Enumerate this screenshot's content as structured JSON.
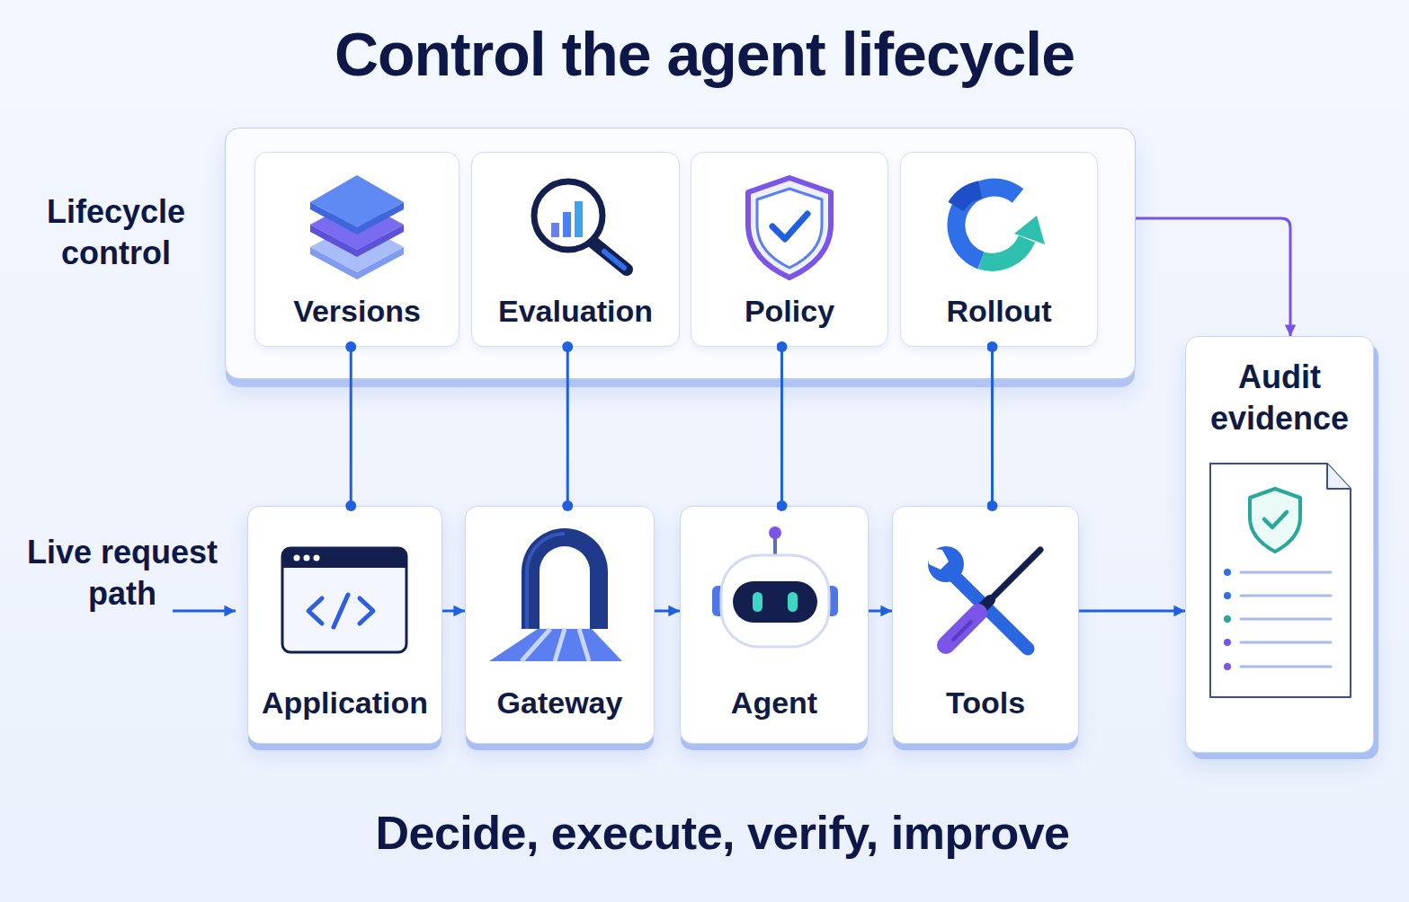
{
  "diagram": {
    "title": "Control the agent lifecycle",
    "caption": "Decide, execute, verify, improve",
    "nodes": [
      {
        "text": [
          "Lifecycle control"
        ]
      },
      {
        "text": [
          "Versions"
        ],
        "in": 0
      },
      {
        "text": [
          "Evaluation"
        ],
        "in": 0
      },
      {
        "text": [
          "Policy"
        ],
        "in": 0
      },
      {
        "text": [
          "Rollout"
        ],
        "in": 0
      },
      {
        "text": [
          "Application"
        ]
      },
      {
        "text": [
          "Gateway"
        ]
      },
      {
        "text": [
          "Agent"
        ]
      },
      {
        "text": [
          "Tools"
        ]
      },
      {
        "text": [
          "Audit evidence"
        ]
      }
    ],
    "edges": [
      {
        "from": 1,
        "to": 5,
        "arrow": "none"
      },
      {
        "from": 2,
        "to": 6,
        "arrow": "none"
      },
      {
        "from": 3,
        "to": 7,
        "arrow": "none"
      },
      {
        "from": 4,
        "to": 8,
        "arrow": "none"
      },
      {
        "from": 5,
        "to": 6,
        "arrow": "to"
      },
      {
        "from": 6,
        "to": 7,
        "arrow": "to"
      },
      {
        "from": 7,
        "to": 8,
        "arrow": "to"
      },
      {
        "from": 8,
        "to": 9,
        "arrow": "to"
      },
      {
        "from": 0,
        "to": 9,
        "arrow": "to"
      }
    ],
    "labels": [
      "Live request path"
    ]
  }
}
